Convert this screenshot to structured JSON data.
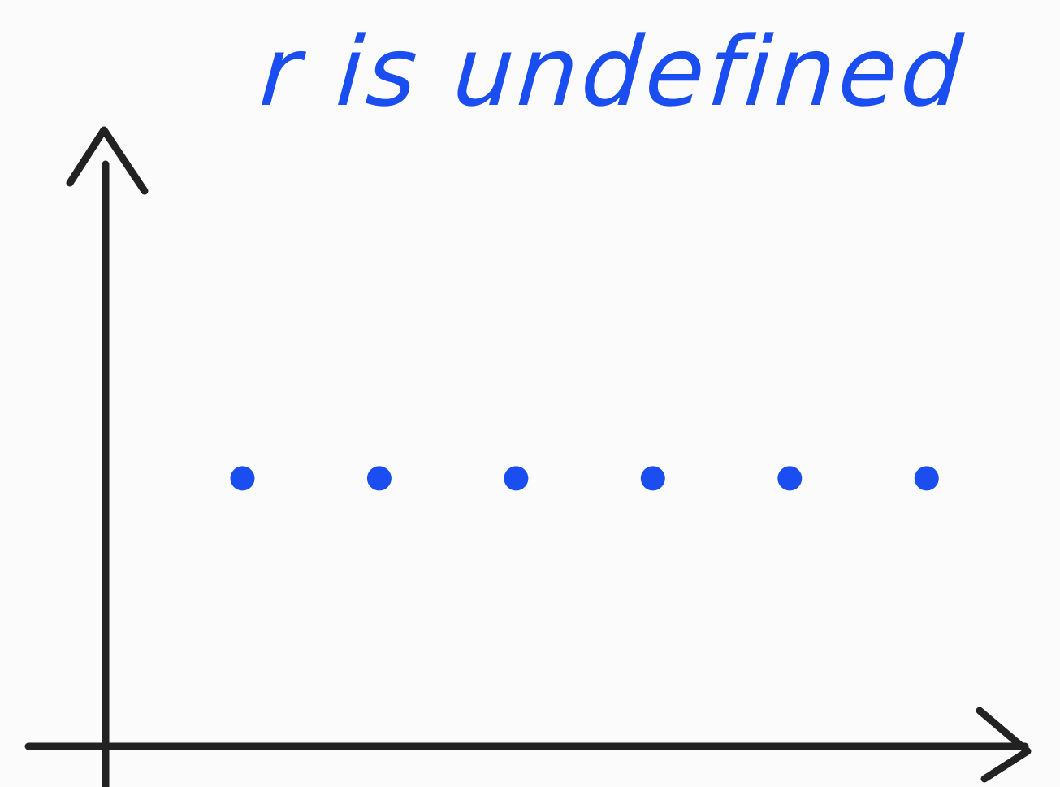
{
  "chart_data": {
    "type": "scatter",
    "title": "r is undefined",
    "xlabel": "",
    "ylabel": "",
    "points": [
      {
        "x": 1,
        "y": 1
      },
      {
        "x": 2,
        "y": 1
      },
      {
        "x": 3,
        "y": 1
      },
      {
        "x": 4,
        "y": 1
      },
      {
        "x": 5,
        "y": 1
      },
      {
        "x": 6,
        "y": 1
      }
    ],
    "xlim": [
      0,
      6.5
    ],
    "ylim": [
      0,
      2.3
    ],
    "grid": false,
    "colors": {
      "points": "#1a4ef0",
      "title": "#1a4ef0",
      "axes": "#222222"
    }
  }
}
